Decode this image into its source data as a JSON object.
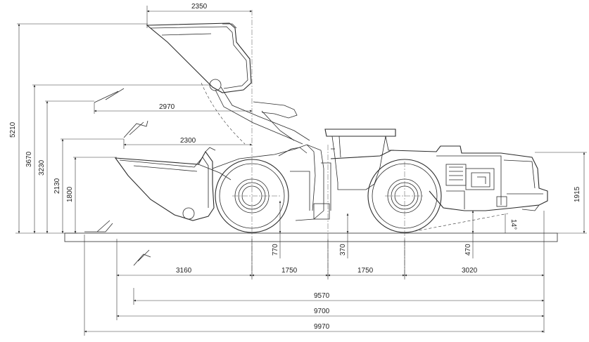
{
  "dimensions": {
    "top_reach": "2350",
    "reach_mid": "2970",
    "reach_low": "2300",
    "height_max": "5210",
    "height_pin": "3670",
    "height_dump": "3230",
    "height_canopy": "2130",
    "height_bucket": "1800",
    "rear_height": "1915",
    "clearance_front": "770",
    "clearance_mid": "370",
    "clearance_rear": "470",
    "departure_angle": "14°",
    "seg_front": "3160",
    "seg_wb1": "1750",
    "seg_wb2": "1750",
    "seg_rear": "3020",
    "len_9570": "9570",
    "len_9700": "9700",
    "len_9970": "9970"
  }
}
